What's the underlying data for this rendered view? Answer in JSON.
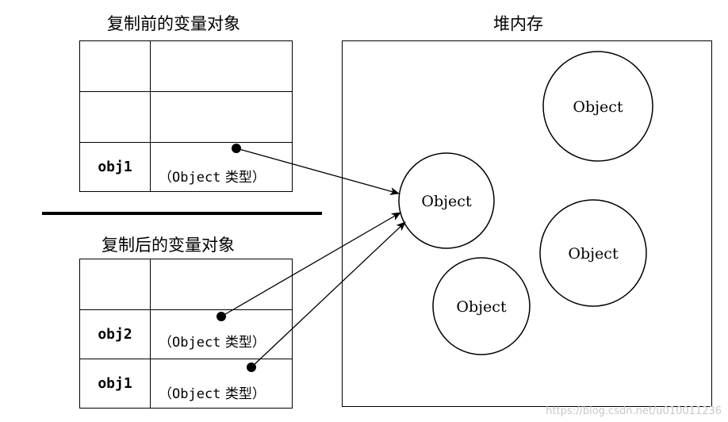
{
  "before": {
    "title": "复制前的变量对象",
    "rows": [
      {
        "name": "",
        "type_paren_open": "",
        "type_code": "",
        "type_kind": "",
        "type_paren_close": ""
      },
      {
        "name": "",
        "type_paren_open": "",
        "type_code": "",
        "type_kind": "",
        "type_paren_close": ""
      },
      {
        "name": "obj1",
        "type_paren_open": "（",
        "type_code": "Object",
        "type_kind": " 类型",
        "type_paren_close": "）"
      }
    ]
  },
  "after": {
    "title": "复制后的变量对象",
    "rows": [
      {
        "name": "",
        "type_paren_open": "",
        "type_code": "",
        "type_kind": "",
        "type_paren_close": ""
      },
      {
        "name": "obj2",
        "type_paren_open": "（",
        "type_code": "Object",
        "type_kind": " 类型",
        "type_paren_close": "）"
      },
      {
        "name": "obj1",
        "type_paren_open": "（",
        "type_code": "Object",
        "type_kind": " 类型",
        "type_paren_close": "）"
      }
    ]
  },
  "heap": {
    "title": "堆内存",
    "objects": [
      {
        "label": "Object"
      },
      {
        "label": "Object"
      },
      {
        "label": "Object"
      },
      {
        "label": "Object"
      }
    ]
  },
  "watermark": "https://blog.csdn.net/u010011236"
}
